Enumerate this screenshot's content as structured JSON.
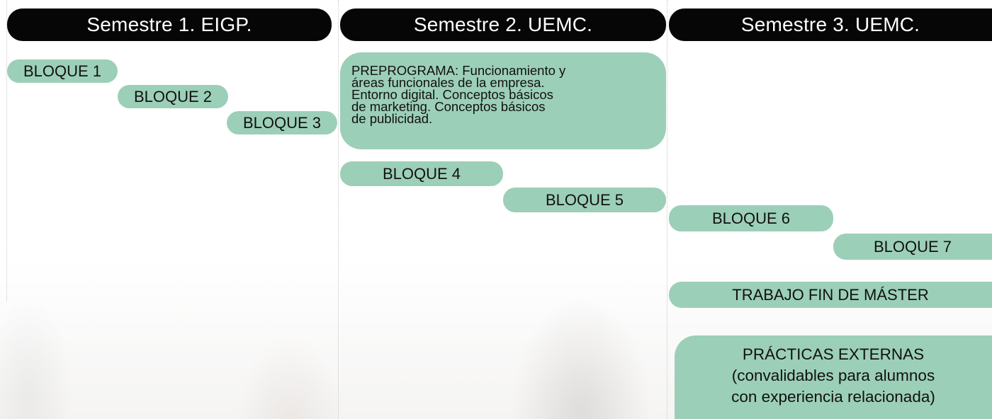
{
  "headers": {
    "s1": "Semestre 1. EIGP.",
    "s2": "Semestre 2. UEMC.",
    "s3": "Semestre 3. UEMC."
  },
  "blocks": {
    "b1": "BLOQUE 1",
    "b2": "BLOQUE 2",
    "b3": "BLOQUE 3",
    "b4": "BLOQUE 4",
    "b5": "BLOQUE 5",
    "b6": "BLOQUE 6",
    "b7": "BLOQUE 7",
    "tfm": "TRABAJO FIN DE MÁSTER"
  },
  "preprograma": {
    "line1": "PREPROGRAMA: Funcionamiento y",
    "line2": "áreas funcionales de la empresa.",
    "line3": "Entorno digital. Conceptos básicos",
    "line4": "de marketing. Conceptos básicos",
    "line5": "de publicidad."
  },
  "practicas": {
    "line1": "PRÁCTICAS EXTERNAS",
    "line2": "(convalidables para alumnos",
    "line3": "con experiencia relacionada)"
  },
  "colors": {
    "header_bg": "#060606",
    "block_bg": "#9ccfb8",
    "text": "#111111"
  }
}
